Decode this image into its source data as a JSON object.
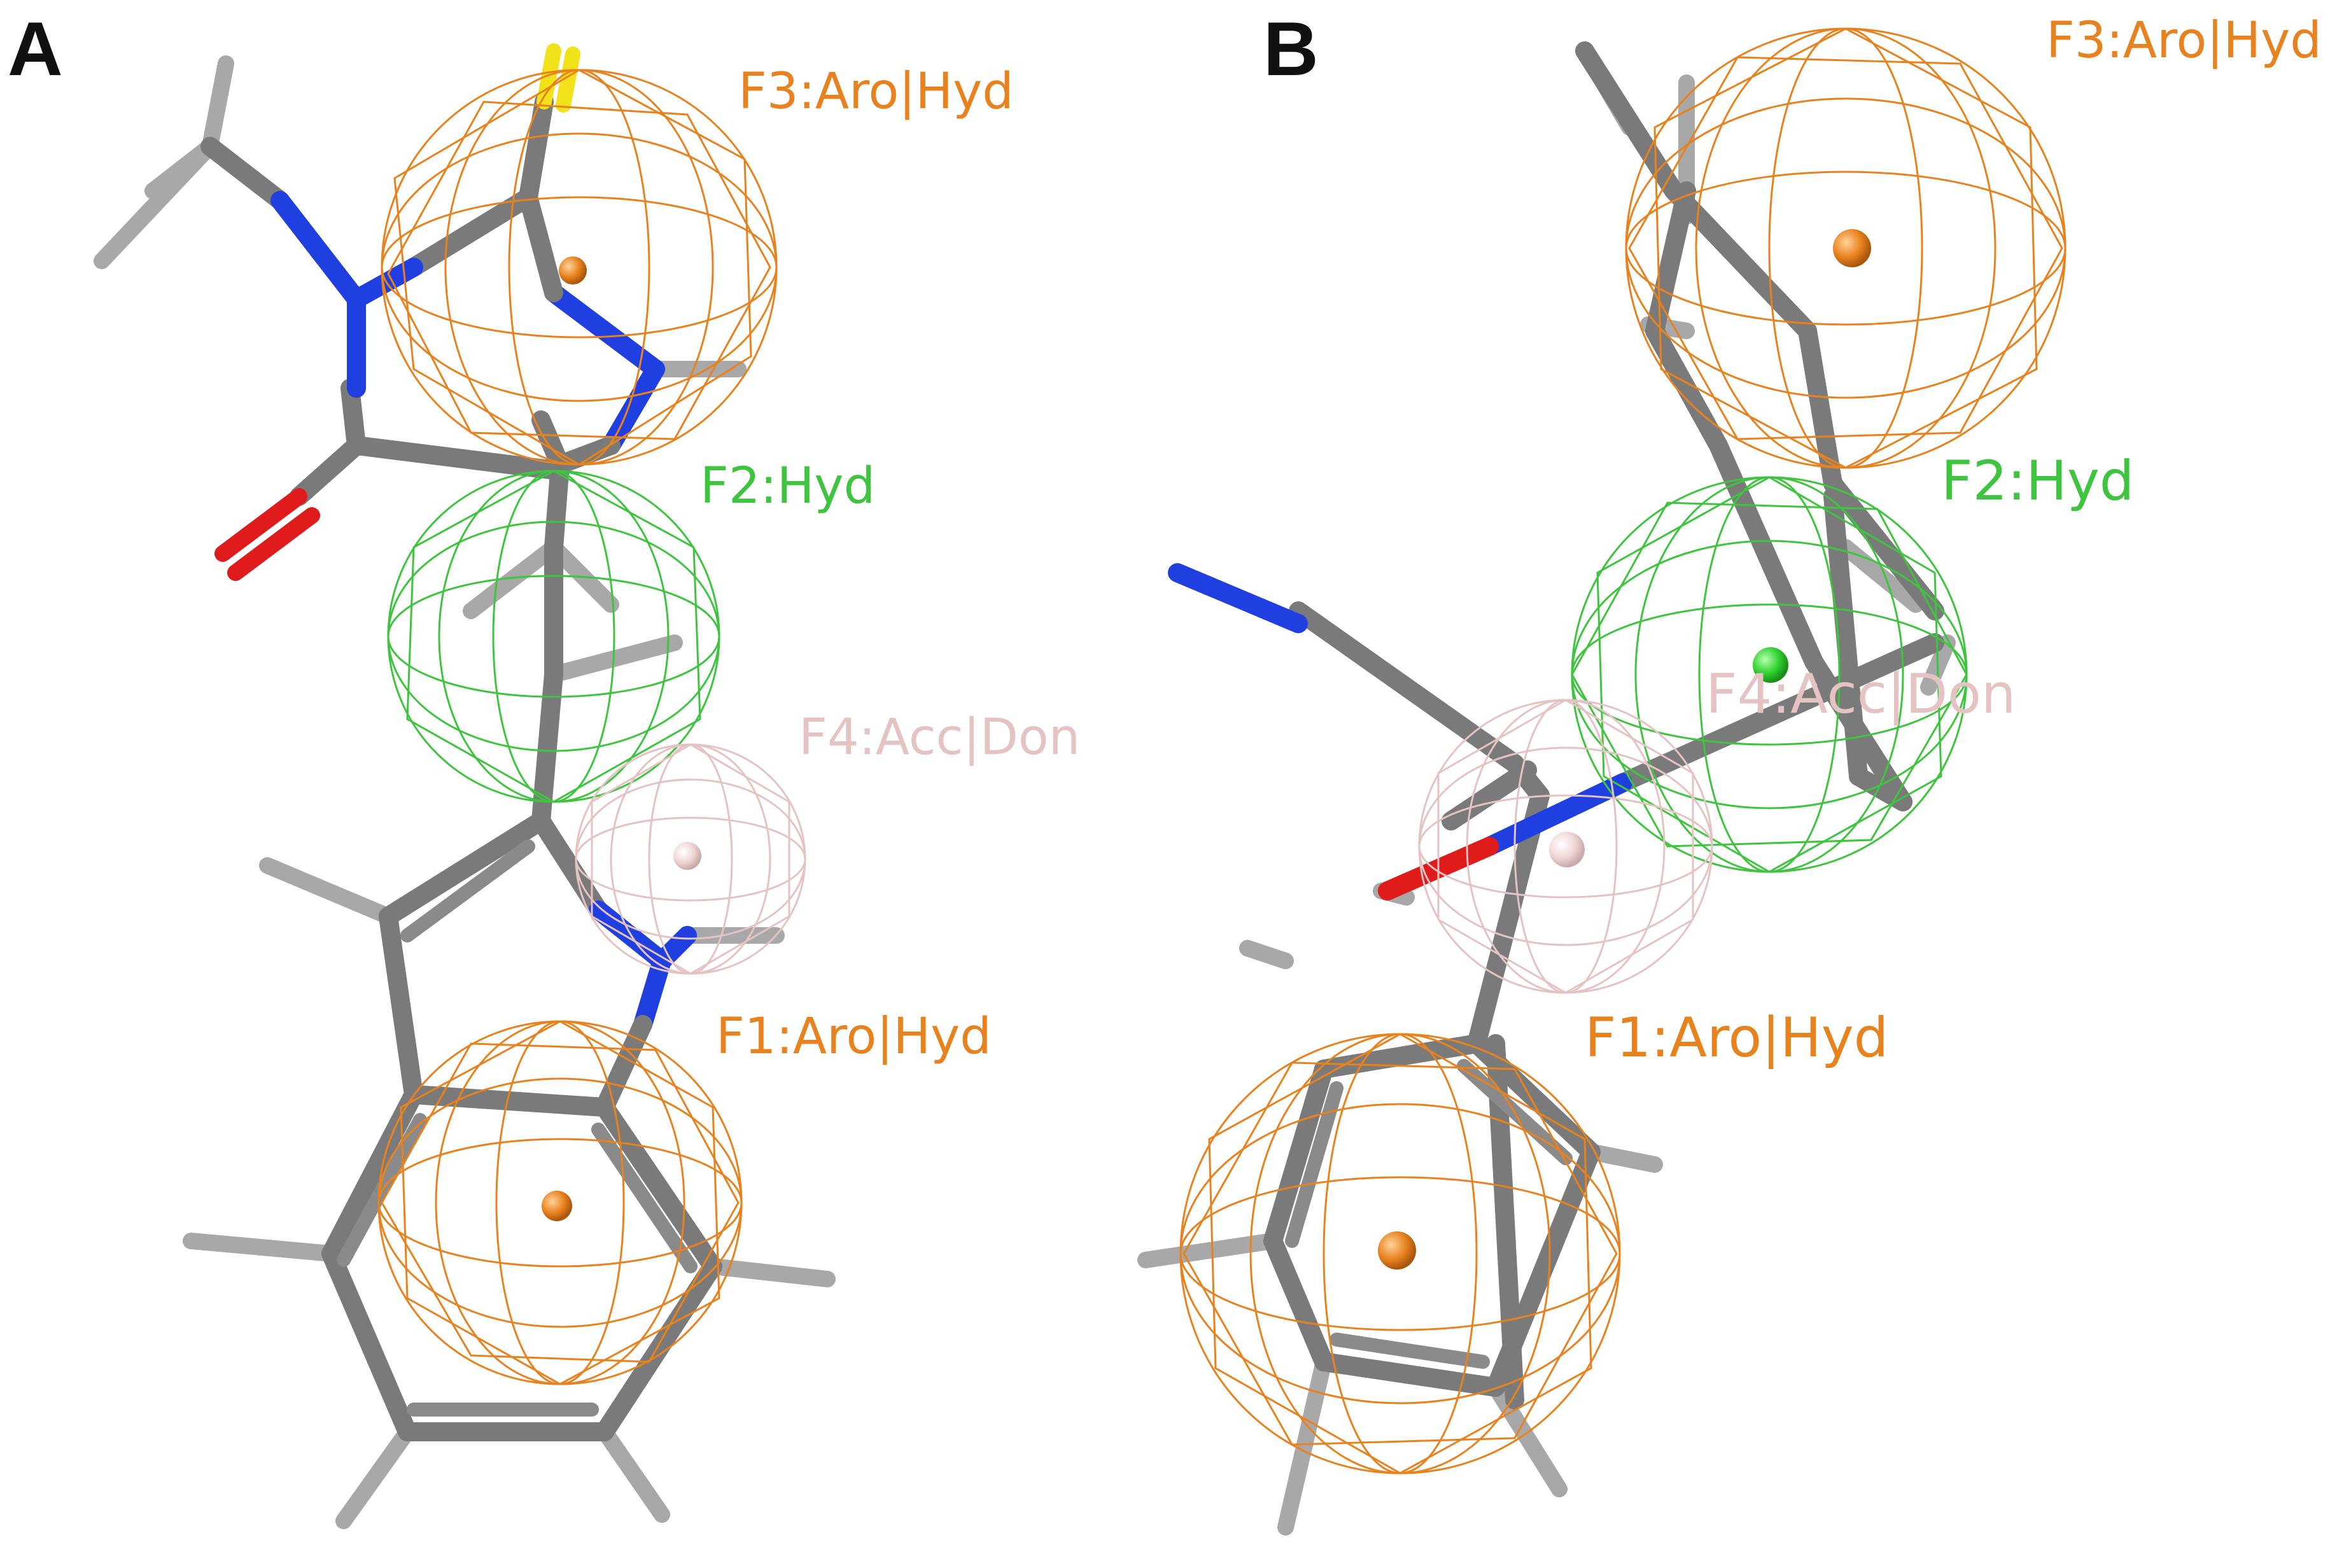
{
  "panels": {
    "a": {
      "letter": "A",
      "labels": {
        "f3": "F3:Aro|Hyd",
        "f2": "F2:Hyd",
        "f4": "F4:Acc|Don",
        "f1": "F1:Aro|Hyd"
      }
    },
    "b": {
      "letter": "B",
      "labels": {
        "f3": "F3:Aro|Hyd",
        "f2": "F2:Hyd",
        "f4": "F4:Acc|Don",
        "f1": "F1:Aro|Hyd"
      }
    }
  },
  "colors": {
    "aromatic_hydrophobic": "#e8821e",
    "hydrophobic": "#3ec43e",
    "acceptor_donor": "#e6c3c3",
    "carbon": "#7a7a7a",
    "hydrogen": "#a8a8a8",
    "nitrogen": "#1f3fe0",
    "oxygen": "#e01b1b",
    "sulfur": "#f2e21a"
  }
}
